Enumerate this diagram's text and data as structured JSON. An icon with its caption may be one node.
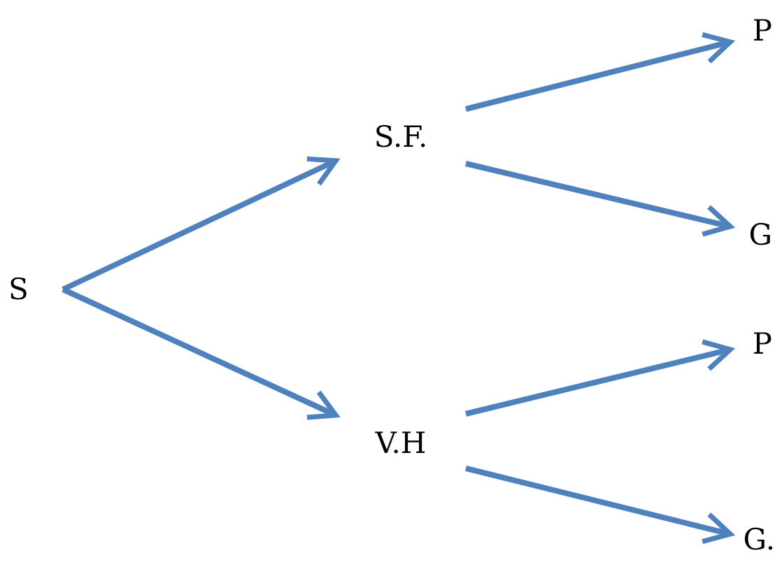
{
  "diagram": {
    "nodes": [
      {
        "text": [
          "S"
        ]
      },
      {
        "text": [
          "S.F."
        ]
      },
      {
        "text": [
          "V.H"
        ]
      },
      {
        "text": [
          "P"
        ]
      },
      {
        "text": [
          "G"
        ]
      },
      {
        "text": [
          "P"
        ]
      },
      {
        "text": [
          "G."
        ]
      }
    ],
    "edges": [
      {
        "from": 0,
        "to": 1,
        "arrow": "to"
      },
      {
        "from": 0,
        "to": 2,
        "arrow": "to"
      },
      {
        "from": 1,
        "to": 3,
        "arrow": "to"
      },
      {
        "from": 1,
        "to": 4,
        "arrow": "to"
      },
      {
        "from": 2,
        "to": 5,
        "arrow": "to"
      },
      {
        "from": 2,
        "to": 6,
        "arrow": "to"
      }
    ]
  }
}
